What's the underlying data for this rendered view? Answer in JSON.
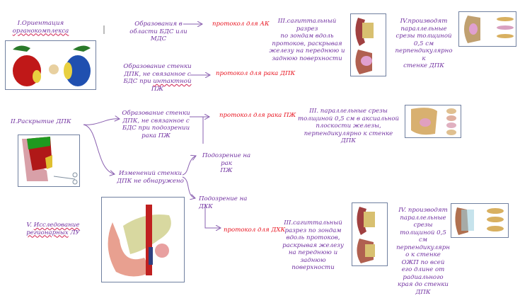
{
  "section1": {
    "title_prefix": "I.Ориентация",
    "title_word": "органокомплекса",
    "box1": "Образования в\nобласти БДС или\nМДС",
    "protocol_ak": "протокол для АК",
    "box2a": "Образование стенки\nДПК, не связанное с\nБДС при ",
    "box2_word": "интактной",
    "box2b": "\nПЖ",
    "protocol_rak_dpk": "протокол для рака ДПК",
    "step3": "III.сагиттальный разрез\nпо зондам вдоль\nпротоков, раскрывая\nжелезу на переднюю и\nзаднюю поверхности",
    "step4": "IV.производят\nпараллельные\nсрезы толщиной\n0,5 см\nперпендикулярно к\nстенке ДПК"
  },
  "section2": {
    "title": "II.Раскрытие ДПК",
    "box_suspect_pz": "Образование стенки\nДПК, не связанное с\nБДС при подозрении\nрака ПЖ",
    "protocol_rak_pz": "протокол для рака ПЖ",
    "no_changes": "Изменений стенки\nДПК не обнаружено",
    "suspect_rak_pz": "Подозрение на рак\nПЖ",
    "suspect_dhk": "Подозрение на ДХК",
    "protocol_dhk": "протокол для ДХК",
    "step3_axial": "III.  параллельные срезы\nтолщиной 0,5 см в аксиальной\nплоскости железы,\nперпендикулярно к стенке ДПК"
  },
  "section5": {
    "title_prefix": "V. ",
    "title_word1": "Исследование",
    "title_word2": "регионарных",
    "title_suffix": " ЛУ",
    "step3": "III.сагиттальный\nразрез по зондам\nвдоль протоков,\nраскрывая железу\nна переднюю и\nзаднюю\nповерхности",
    "step4": "IV. производят\nпараллельные\nсрезы\nтолщиной 0,5\nсм\nперпендикулярн\nо к стенке\nОЖП по всей\nего длине от\nрадиального\nкрая до стенки\nДПК"
  },
  "colors": {
    "text": "#7030a0",
    "protocol": "#e8121e",
    "arrow": "#8a60b0"
  }
}
